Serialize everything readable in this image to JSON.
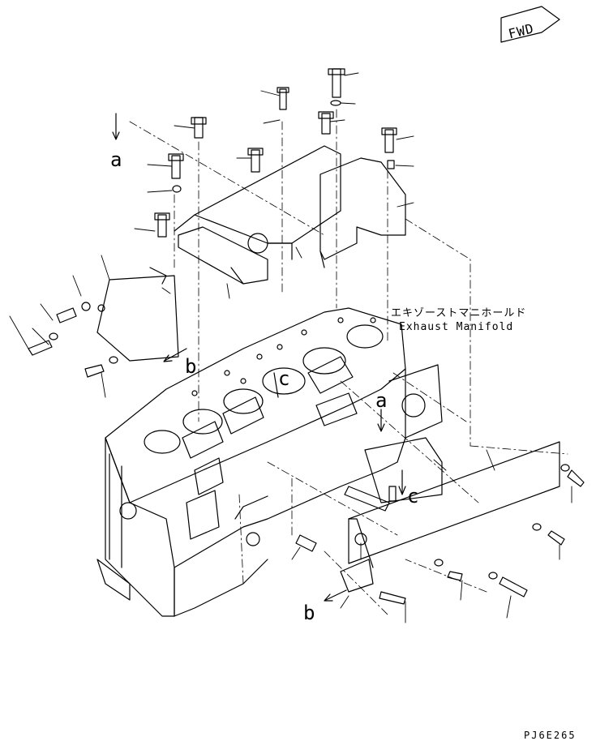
{
  "fwd_badge": {
    "text": "FWD"
  },
  "reference_letters": {
    "a_top_left": "a",
    "a_right": "a",
    "b_left": "b",
    "b_bottom": "b",
    "c_block": "c",
    "c_right": "c"
  },
  "callout": {
    "japanese": "エキゾーストマニホールド",
    "english": "Exhaust Manifold"
  },
  "drawing_code": "PJ6E265"
}
